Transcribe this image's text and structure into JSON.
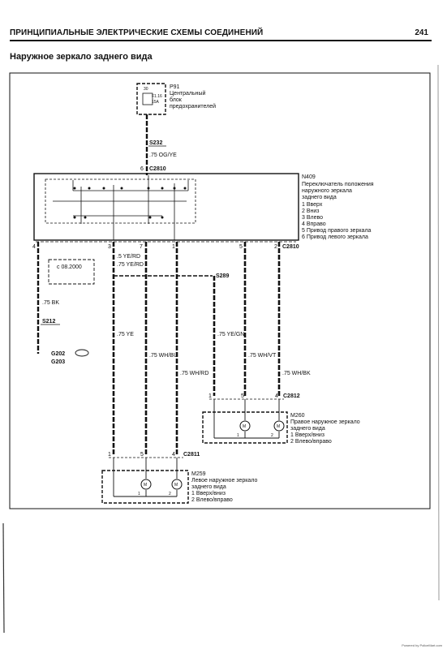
{
  "header": {
    "title": "ПРИНЦИПИАЛЬНЫЕ ЭЛЕКТРИЧЕСКИЕ СХЕМЫ СОЕДИНЕНИЙ",
    "page": "241"
  },
  "subtitle": "Наружное зеркало заднего вида",
  "fuse_box": {
    "id": "P91",
    "l1": "Центральный",
    "l2": "блок",
    "l3": "предохранителей",
    "pin": "30",
    "fuse": "F1.16",
    "rating": "15A"
  },
  "splice_s232": "S232",
  "wire_top": ".75 OG/YE",
  "conn_top_pin": "6",
  "conn_top": "C2810",
  "switch": {
    "id": "N409",
    "l1": "Переключатель положения",
    "l2": "наружного зеркала",
    "l3": "заднего вида",
    "i1": "1 Вверх",
    "i2": "2 Вниз",
    "i3": "3 Влево",
    "i4": "4 Вправо",
    "i5": "5 Привод правого зеркала",
    "i6": "6 Привод левого зеркала"
  },
  "pins_bottom": {
    "p4": "4",
    "p3": "3",
    "p7": "7",
    "p1": "1",
    "p5": "5",
    "p2": "2",
    "conn": "C2810"
  },
  "note_date": "с 08.2000",
  "wire_yerd_a": ".5 YE/RD",
  "wire_yerd_b": ".75 YE/RD",
  "splice_s289": "S289",
  "wire_bk": ".75 BK",
  "splice_s212": "S212",
  "ground_g202": "G202",
  "ground_g203": "G203",
  "wire_ye": ".75 YE",
  "wire_yegn": ".75 YE/GN",
  "wire_whbu": ".75 WH/BU",
  "wire_whvt": ".75 WH/VT",
  "wire_whrd": ".75 WH/RD",
  "wire_whbk": ".75 WH/BK",
  "conn_c2812": {
    "p1": "1",
    "p5": "5",
    "p4": "4",
    "name": "C2812"
  },
  "mirror_right": {
    "id": "M260",
    "l1": "Правое наружное зеркало",
    "l2": "заднего вида",
    "l3": "1 Вверх/вниз",
    "l4": "2 Влево/вправо"
  },
  "conn_c2811": {
    "p1": "1",
    "p5": "5",
    "p4": "4",
    "name": "C2811"
  },
  "mirror_left": {
    "id": "M259",
    "l1": "Левое наружное зеркало",
    "l2": "заднего вида",
    "l3": "1 Вверх/вниз",
    "l4": "2 Влево/вправо"
  },
  "motor_label": "M",
  "motor_pins": {
    "a": "1",
    "b": "2"
  },
  "footer": "Powered by PoliceMart.com"
}
